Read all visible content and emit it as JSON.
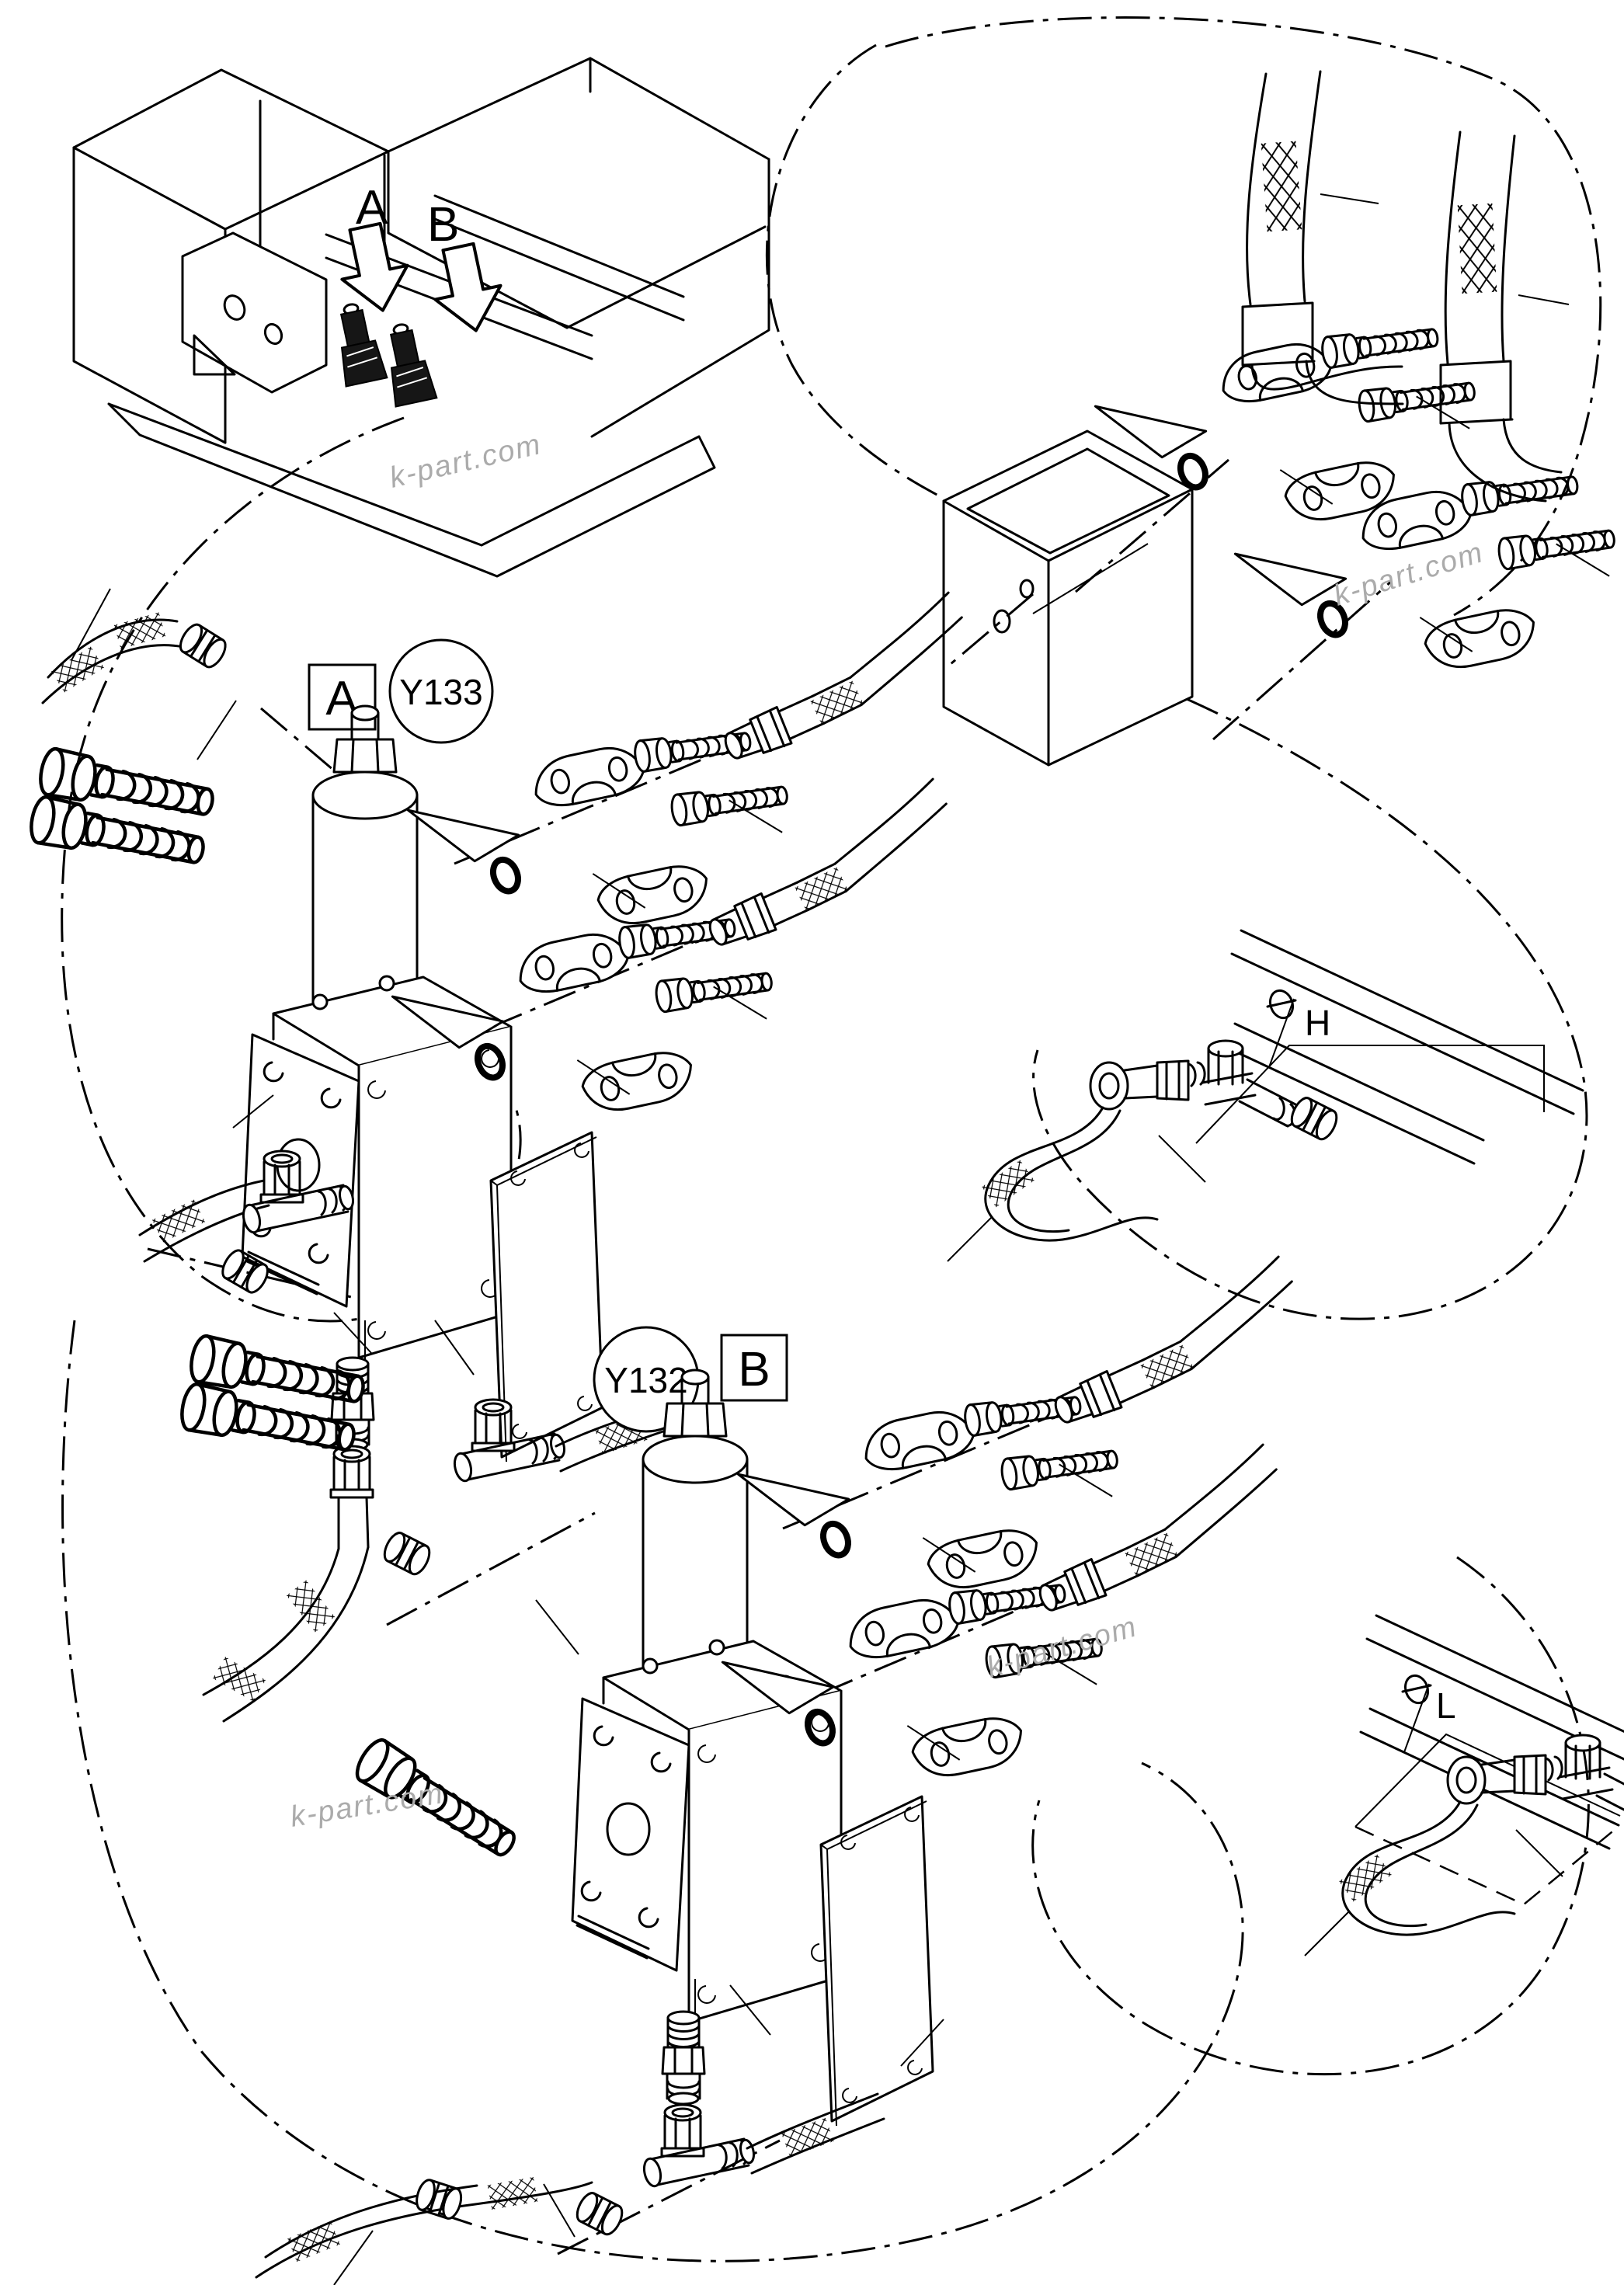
{
  "diagram": {
    "kind": "exploded hydraulic solenoid valve piping diagram",
    "arrows": {
      "a": "A",
      "b": "B"
    },
    "detail_a": {
      "box": "A",
      "solenoid": "Y133"
    },
    "detail_b": {
      "box": "B",
      "solenoid": "Y132"
    },
    "ports": {
      "h": "H",
      "l": "L"
    },
    "watermark": "k-part.com",
    "colors": {
      "line": "#000000",
      "background": "#ffffff",
      "watermark": "#ababab"
    }
  }
}
